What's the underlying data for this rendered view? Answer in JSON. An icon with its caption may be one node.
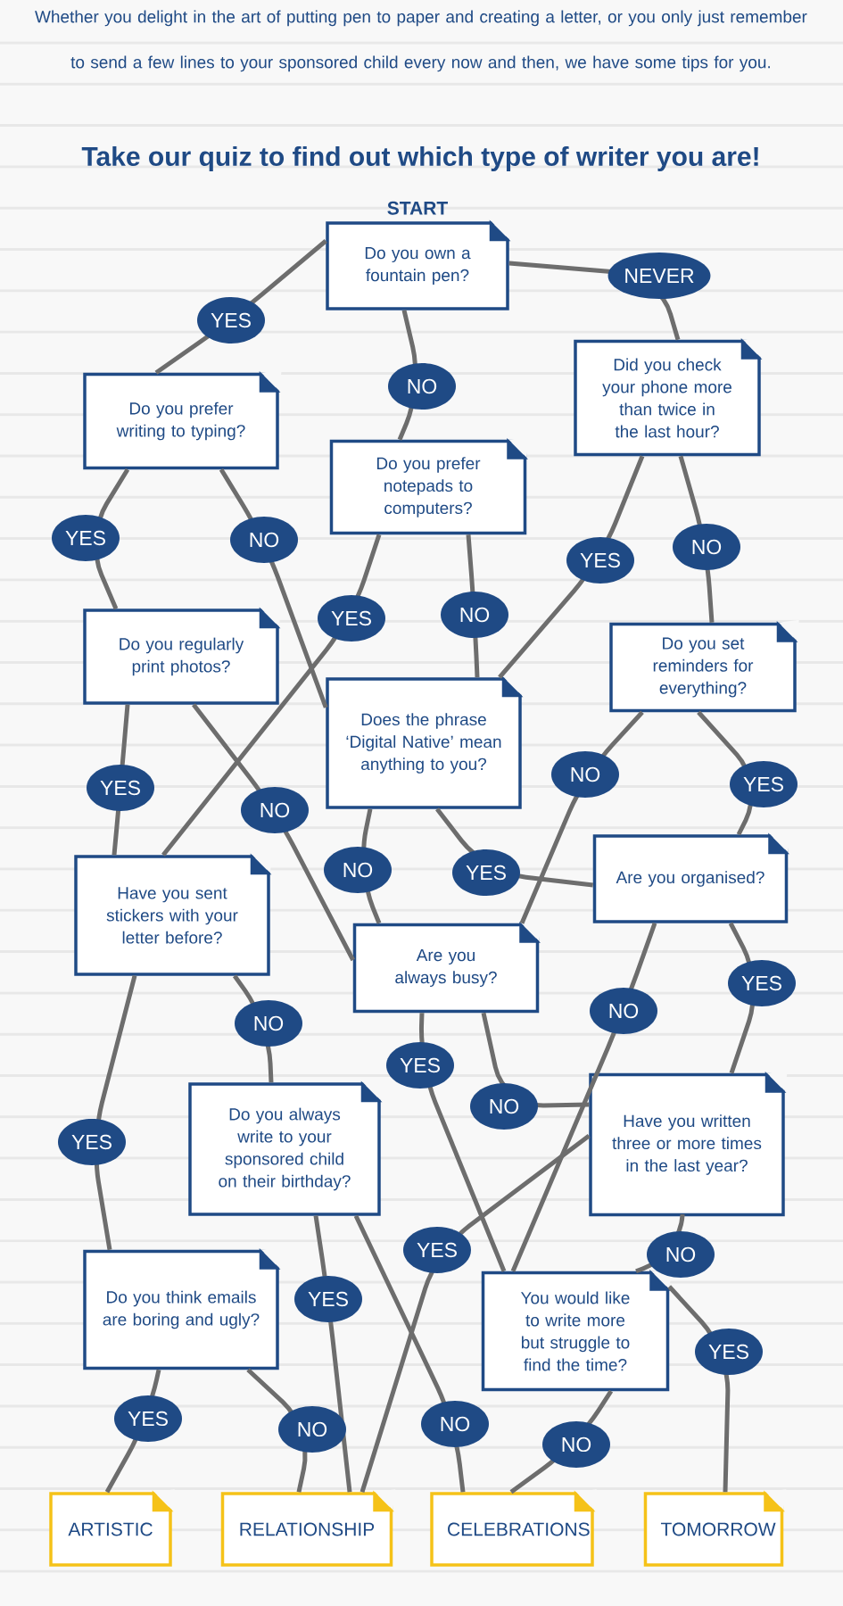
{
  "diagram": {
    "title": "Take our quiz to find out which type of writer you are!",
    "nodes": [
      {
        "text": [
          "Do you own a fountain pen?"
        ],
        "beside": [
          "START"
        ]
      },
      {
        "text": [
          "Do you prefer writing to typing?"
        ]
      },
      {
        "text": [
          "Do you prefer notepads to computers?"
        ]
      },
      {
        "text": [
          "Did you check your phone more than twice in the last hour?"
        ]
      },
      {
        "text": [
          "Do you regularly print photos?"
        ]
      },
      {
        "text": [
          "Does the phrase ‘Digital Native’ mean anything to you?"
        ]
      },
      {
        "text": [
          "Do you set reminders for everything?"
        ]
      },
      {
        "text": [
          "Have you sent stickers with your letter before?"
        ]
      },
      {
        "text": [
          "Are you organised?"
        ]
      },
      {
        "text": [
          "Are you always busy?"
        ]
      },
      {
        "text": [
          "Do you always write to your sponsored child on their birthday?"
        ]
      },
      {
        "text": [
          "Have you written three or more times in the last year?"
        ]
      },
      {
        "text": [
          "Do you think emails are boring and ugly?"
        ]
      },
      {
        "text": [
          "You would like to write more but struggle to find the time?"
        ]
      },
      {
        "text": [
          "ARTISTIC"
        ]
      },
      {
        "text": [
          "RELATIONSHIP"
        ]
      },
      {
        "text": [
          "CELEBRATIONS"
        ]
      },
      {
        "text": [
          "TOMORROW"
        ]
      }
    ],
    "edges": [
      {
        "from": 0,
        "to": 1,
        "arrow": "none",
        "label": "YES"
      },
      {
        "from": 0,
        "to": 2,
        "arrow": "none",
        "label": "NO"
      },
      {
        "from": 0,
        "to": 3,
        "arrow": "none",
        "label": "NEVER"
      },
      {
        "from": 1,
        "to": 4,
        "arrow": "none",
        "label": "YES"
      },
      {
        "from": 1,
        "to": 5,
        "arrow": "none",
        "label": "NO"
      },
      {
        "from": 2,
        "to": 7,
        "arrow": "none",
        "label": "YES"
      },
      {
        "from": 2,
        "to": 5,
        "arrow": "none",
        "label": "NO"
      },
      {
        "from": 3,
        "to": 5,
        "arrow": "none",
        "label": "YES"
      },
      {
        "from": 3,
        "to": 6,
        "arrow": "none",
        "label": "NO"
      },
      {
        "from": 4,
        "to": 7,
        "arrow": "none",
        "label": "YES"
      },
      {
        "from": 4,
        "to": 9,
        "arrow": "none",
        "label": "NO"
      },
      {
        "from": 5,
        "to": 9,
        "arrow": "none",
        "label": "NO"
      },
      {
        "from": 5,
        "to": 8,
        "arrow": "none",
        "label": "YES"
      },
      {
        "from": 6,
        "to": 8,
        "arrow": "none",
        "label": "YES"
      },
      {
        "from": 6,
        "to": 9,
        "arrow": "none",
        "label": "NO"
      },
      {
        "from": 8,
        "to": 13,
        "arrow": "none",
        "label": "NO"
      },
      {
        "from": 8,
        "to": 11,
        "arrow": "none",
        "label": "YES"
      },
      {
        "from": 9,
        "to": 13,
        "arrow": "none",
        "label": "YES"
      },
      {
        "from": 9,
        "to": 11,
        "arrow": "none",
        "label": "NO"
      },
      {
        "from": 7,
        "to": 12,
        "arrow": "none",
        "label": "YES"
      },
      {
        "from": 7,
        "to": 10,
        "arrow": "none",
        "label": "NO"
      },
      {
        "from": 10,
        "to": 15,
        "arrow": "none",
        "label": "YES"
      },
      {
        "from": 10,
        "to": 16,
        "arrow": "none",
        "label": "NO"
      },
      {
        "from": 11,
        "to": 15,
        "arrow": "none",
        "label": "YES"
      },
      {
        "from": 11,
        "to": 13,
        "arrow": "none",
        "label": "NO"
      },
      {
        "from": 12,
        "to": 14,
        "arrow": "none",
        "label": "YES"
      },
      {
        "from": 12,
        "to": 15,
        "arrow": "none",
        "label": "NO"
      },
      {
        "from": 13,
        "to": 17,
        "arrow": "none",
        "label": "YES"
      },
      {
        "from": 13,
        "to": 16,
        "arrow": "none",
        "label": "NO"
      }
    ],
    "labels": [
      "Whether you delight in the art of putting pen to paper and creating a letter, or you only just remember to send a few lines to your sponsored child every now and then, we have some tips for you."
    ]
  }
}
